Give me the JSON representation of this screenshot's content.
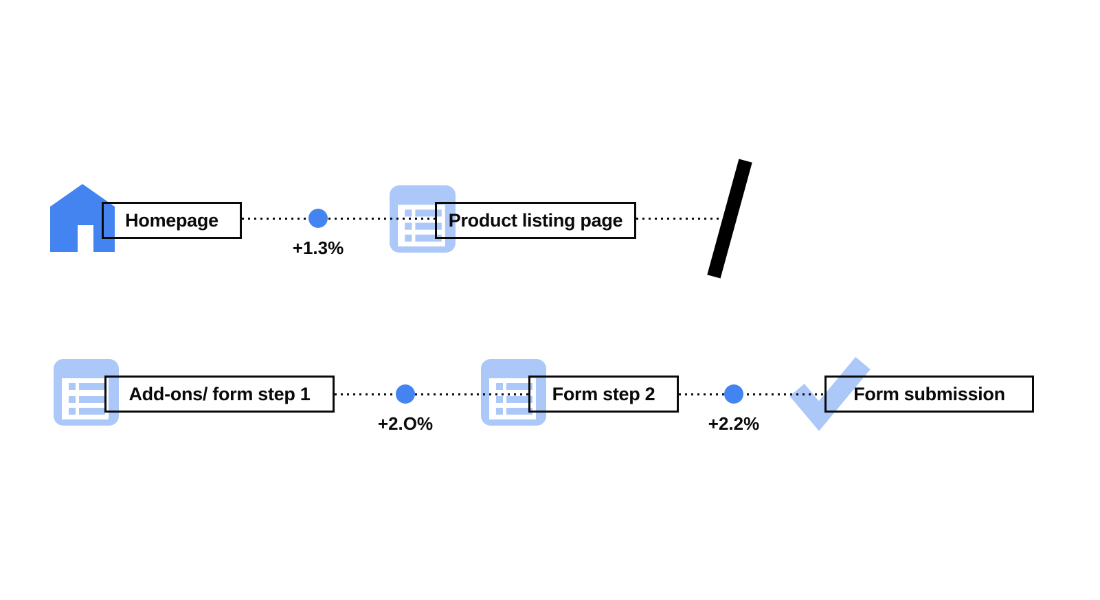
{
  "diagram_type": "conversion-funnel-flow",
  "colors": {
    "step_icon_blue": "#4384F0",
    "light_icon_blue": "#ABC8F9",
    "ink": "#0A0A0A",
    "slash_black": "#000000",
    "background": "#FFFFFF"
  },
  "icons": {
    "home": "home-icon",
    "list": "list-icon",
    "check": "check-icon",
    "slash": "slash-break-mark",
    "dot": "conversion-dot"
  },
  "flow": {
    "rows": [
      {
        "steps": [
          {
            "label": "Homepage",
            "icon": "home-icon"
          },
          {
            "label": "Product listing page",
            "icon": "list-icon"
          }
        ],
        "connectors": [
          {
            "change": "+1.3%"
          }
        ],
        "terminator": "slash-break-mark"
      },
      {
        "steps": [
          {
            "label": "Add-ons/ form step 1",
            "icon": "list-icon"
          },
          {
            "label": "Form step 2",
            "icon": "list-icon"
          },
          {
            "label": "Form submission",
            "icon": "check-icon"
          }
        ],
        "connectors": [
          {
            "change": "+2.O%"
          },
          {
            "change": "+2.2%"
          }
        ]
      }
    ]
  }
}
